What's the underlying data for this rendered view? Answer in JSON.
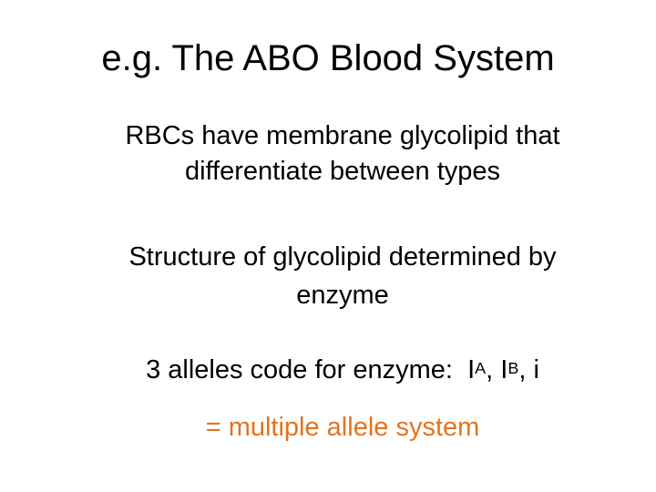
{
  "slide": {
    "title": "e.g. The ABO Blood System",
    "paragraphs": {
      "rbc": "RBCs have membrane glycolipid that\ndifferentiate between types",
      "structure": "Structure of glycolipid determined by\nenzyme",
      "alleles": {
        "prefix": "3 alleles code for enzyme:  I",
        "sup_a": "A",
        "mid": ", I",
        "sup_b": "B",
        "suffix": ", i"
      },
      "conclusion": "= multiple allele system"
    },
    "colors": {
      "background": "#FFFFFF",
      "text": "#000000",
      "accent_orange": "#E2731F"
    }
  }
}
